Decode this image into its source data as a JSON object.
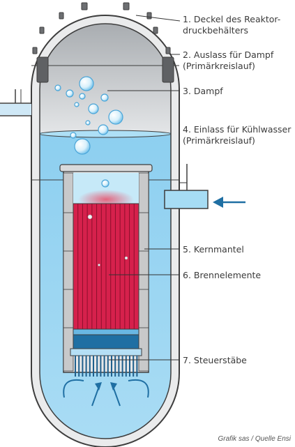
{
  "labels": {
    "l1": {
      "line1": "1. Deckel des Reaktor-",
      "line2": "druckbehälters"
    },
    "l2": {
      "line1": "2. Auslass für Dampf",
      "line2": "(Primärkreislauf)"
    },
    "l3": {
      "line1": "3. Dampf"
    },
    "l4": {
      "line1": "4. Einlass für Kühlwasser",
      "line2": "(Primärkreislauf)"
    },
    "l5": {
      "line1": "5. Kernmantel"
    },
    "l6": {
      "line1": "6. Brennelemente"
    },
    "l7": {
      "line1": "7. Steuerstäbe"
    }
  },
  "credit": "Grafik sas / Quelle Ensi",
  "colors": {
    "outline": "#3d3d3d",
    "vessel_wall": "#e9eaeb",
    "steam": "#b9bcbf",
    "water": "#8fd0f0",
    "water_light": "#bfe6f8",
    "fuel": "#d6214c",
    "control_rods": "#1f6fa3",
    "arrow": "#1f6fa3",
    "leader": "#333333"
  },
  "icons": [
    "bubble-icon",
    "inlet-arrow-icon",
    "flow-arrow-icon"
  ]
}
